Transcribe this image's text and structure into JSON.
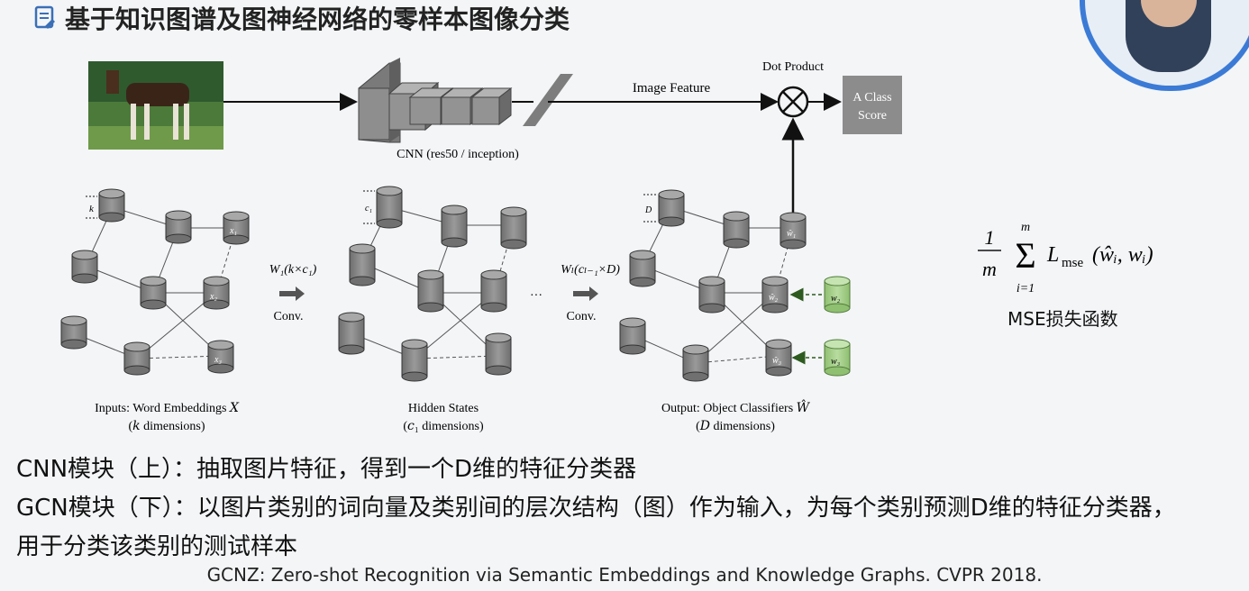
{
  "slide": {
    "title": "基于知识图谱及图神经网络的零样本图像分类",
    "icon": "document-icon"
  },
  "diagram": {
    "cnn_label": "CNN (res50 / inception)",
    "image_feature_label": "Image Feature",
    "dot_product_label": "Dot Product",
    "class_score_line1": "A Class",
    "class_score_line2": "Score",
    "input_caption_line1": "Inputs: Word Embeddings 𝑋",
    "input_caption_line2": "(𝑘 dimensions)",
    "hidden_caption_line1": "Hidden States",
    "hidden_caption_line2": "(𝑐₁ dimensions)",
    "output_caption_line1": "Output: Object Classifiers 𝑊̂",
    "output_caption_line2": "(𝐷 dimensions)",
    "conv1_weight": "W₁(k×c₁)",
    "conv1_label": "Conv.",
    "conv2_weight": "Wₗ(cₗ₋₁×D)",
    "conv2_label": "Conv.",
    "ellipsis": "···",
    "dim_k": "k",
    "dim_c1": "c₁",
    "dim_D": "D",
    "node_x1": "x₁",
    "node_x2": "x₂",
    "node_x3": "x₃",
    "node_w1hat": "ŵ₁",
    "node_w2hat": "ŵ₂",
    "node_w3hat": "ŵ₃",
    "node_w2": "w₂",
    "node_w3": "w₃"
  },
  "formula": {
    "fraction_num": "1",
    "fraction_den": "m",
    "sum_top": "m",
    "sum_bottom": "i=1",
    "body": "L",
    "subscript": "mse",
    "args": "(ŵᵢ, wᵢ)",
    "label": "MSE损失函数"
  },
  "bullets": {
    "cnn": "CNN模块（上）：抽取图片特征，得到一个D维的特征分类器",
    "gcn": "GCN模块（下）：以图片类别的词向量及类别间的层次结构（图）作为输入，为每个类别预测D维的特征分类器，",
    "gcn_cont": "用于分类该类别的测试样本"
  },
  "citation": "GCNZ: Zero-shot Recognition via Semantic Embeddings and Knowledge Graphs. CVPR 2018.",
  "colors": {
    "node_gray": "#8a8a8a",
    "node_green": "#a9d18e",
    "accent_blue": "#3b7bd6",
    "box_gray": "#8c8c8c"
  }
}
